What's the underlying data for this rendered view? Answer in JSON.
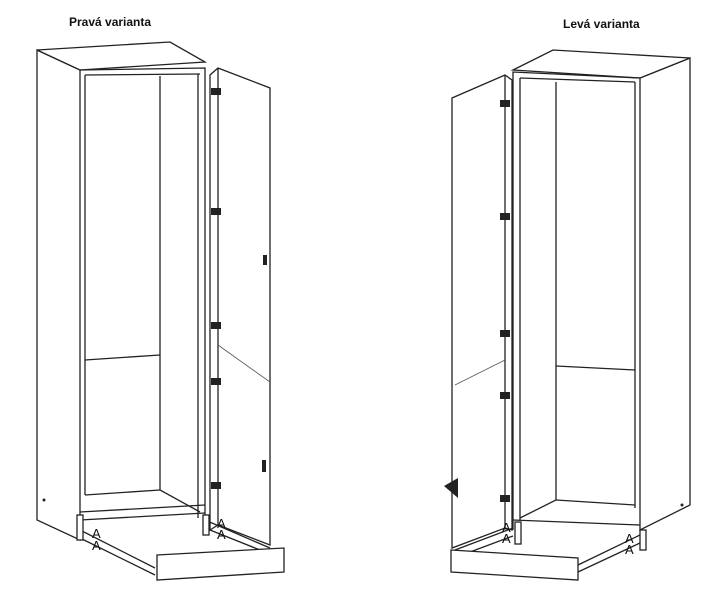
{
  "titles": {
    "right_variant": "Pravá varianta",
    "left_variant": "Levá varianta"
  },
  "marker_label": "A"
}
